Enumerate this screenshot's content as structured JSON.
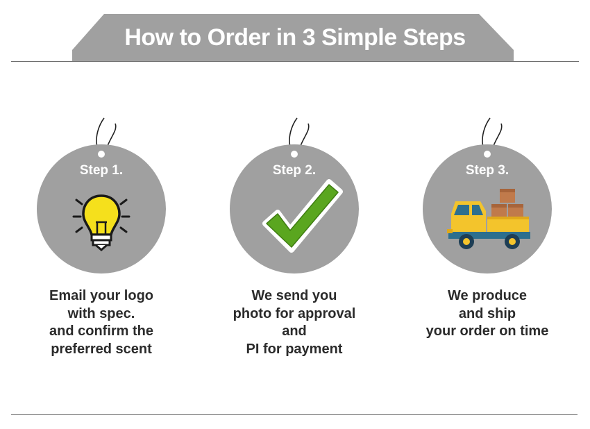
{
  "title": "How to Order in 3 Simple Steps",
  "colors": {
    "banner": "#a0a0a0",
    "tag": "#a0a0a0",
    "text": "#2b2b2b",
    "rule": "#6b6b6b",
    "bulb": "#f5e01c",
    "check": "#5aa61f",
    "truck_body": "#f3c42c",
    "truck_base": "#2d6f8e",
    "box": "#c07a4b"
  },
  "steps": [
    {
      "label": "Step 1.",
      "icon": "lightbulb-icon",
      "lines": [
        "Email your logo",
        "with spec.",
        "and confirm the",
        "preferred scent"
      ]
    },
    {
      "label": "Step 2.",
      "icon": "checkmark-icon",
      "lines": [
        "We send you",
        "photo for approval",
        "and",
        "PI for payment"
      ]
    },
    {
      "label": "Step 3.",
      "icon": "delivery-truck-icon",
      "lines": [
        "We produce",
        "and ship",
        "your order on time"
      ]
    }
  ]
}
